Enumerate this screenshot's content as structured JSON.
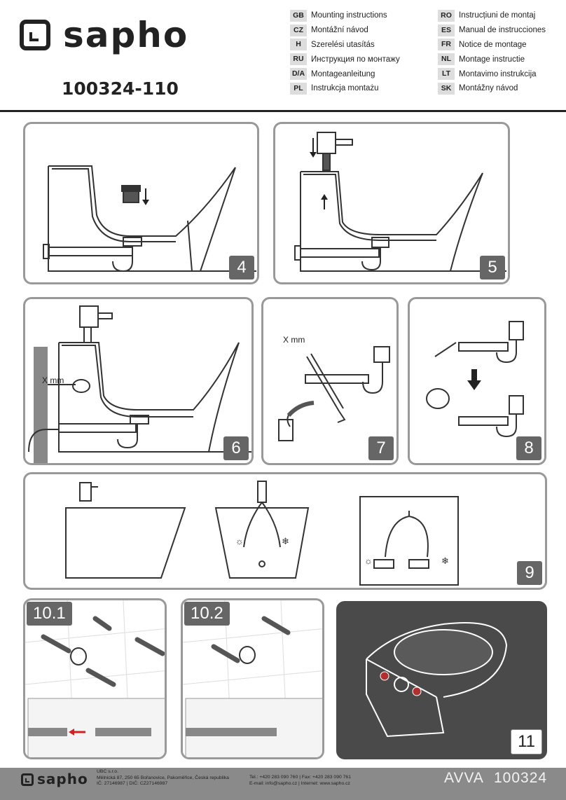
{
  "brand": {
    "name": "sapho"
  },
  "product_code": "100324-110",
  "languages_left": [
    {
      "code": "GB",
      "label": "Mounting instructions"
    },
    {
      "code": "CZ",
      "label": "Montážní návod"
    },
    {
      "code": "H",
      "label": "Szerelési utasítás"
    },
    {
      "code": "RU",
      "label": "Инструкция по монтажу"
    },
    {
      "code": "D/A",
      "label": "Montageanleitung"
    },
    {
      "code": "PL",
      "label": "Instrukcja montażu"
    }
  ],
  "languages_right": [
    {
      "code": "RO",
      "label": "Instrucțiuni de montaj"
    },
    {
      "code": "ES",
      "label": "Manual de instrucciones"
    },
    {
      "code": "FR",
      "label": "Notice de montage"
    },
    {
      "code": "NL",
      "label": "Montage instructie"
    },
    {
      "code": "LT",
      "label": "Montavimo instrukcija"
    },
    {
      "code": "SK",
      "label": "Montážny návod"
    }
  ],
  "steps": {
    "s4": "4",
    "s5": "5",
    "s6": "6",
    "s7": "7",
    "s8": "8",
    "s9": "9",
    "s10_1": "10.1",
    "s10_2": "10.2",
    "s11": "11"
  },
  "dimension_label": "X mm",
  "footer": {
    "brand": "sapho",
    "company": "UBC s.r.o.",
    "address": "Mělnická 87, 250 65 Bořanovice, Pakoměřice, Česká republika",
    "ids": "IČ: 27146987 | DIČ: CZ27146987",
    "phone": "Tel.: +420 283 090 760 | Fax: +420 283 090 761",
    "email": "E-mail: info@sapho.cz | Internet: www.sapho.cz",
    "model": "AVVA",
    "number": "100324"
  },
  "colors": {
    "panel_border": "#999999",
    "badge": "#666666",
    "footer": "#8a8a8a",
    "arrow_red": "#d32020"
  }
}
